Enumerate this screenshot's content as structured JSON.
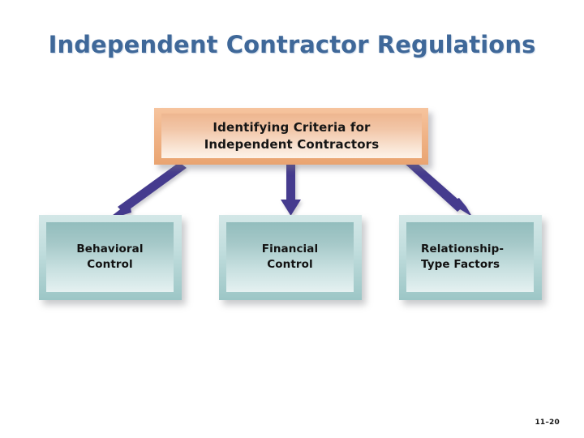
{
  "slide": {
    "title": "Independent Contractor Regulations",
    "page_number": "11–20",
    "background_color": "#ffffff",
    "title_color": "#3f6899"
  },
  "diagram": {
    "type": "hierarchy",
    "arrow_color": "#443a8e",
    "root": {
      "id": "identifying-criteria",
      "lines": [
        "Identifying Criteria for",
        "Independent Contractors"
      ],
      "fill_outer": "#efb184",
      "fill_inner": "#f2c6a8",
      "text_color": "#151515"
    },
    "children": [
      {
        "id": "behavioral-control",
        "lines": [
          "Behavioral",
          "Control"
        ],
        "align": "center",
        "fill_outer": "#c2dede",
        "fill_inner": "#a5c8c8",
        "text_color": "#121212"
      },
      {
        "id": "financial-control",
        "lines": [
          "Financial",
          "Control"
        ],
        "align": "center",
        "fill_outer": "#c2dede",
        "fill_inner": "#a5c8c8",
        "text_color": "#121212"
      },
      {
        "id": "relationship-type-factors",
        "lines": [
          "Relationship-",
          "Type Factors"
        ],
        "align": "left",
        "fill_outer": "#c2dede",
        "fill_inner": "#a5c8c8",
        "text_color": "#121212"
      }
    ],
    "connectors": [
      {
        "from": "identifying-criteria",
        "to": "behavioral-control",
        "shape": "diagonal-left"
      },
      {
        "from": "identifying-criteria",
        "to": "financial-control",
        "shape": "vertical"
      },
      {
        "from": "identifying-criteria",
        "to": "relationship-type-factors",
        "shape": "diagonal-right"
      }
    ]
  }
}
